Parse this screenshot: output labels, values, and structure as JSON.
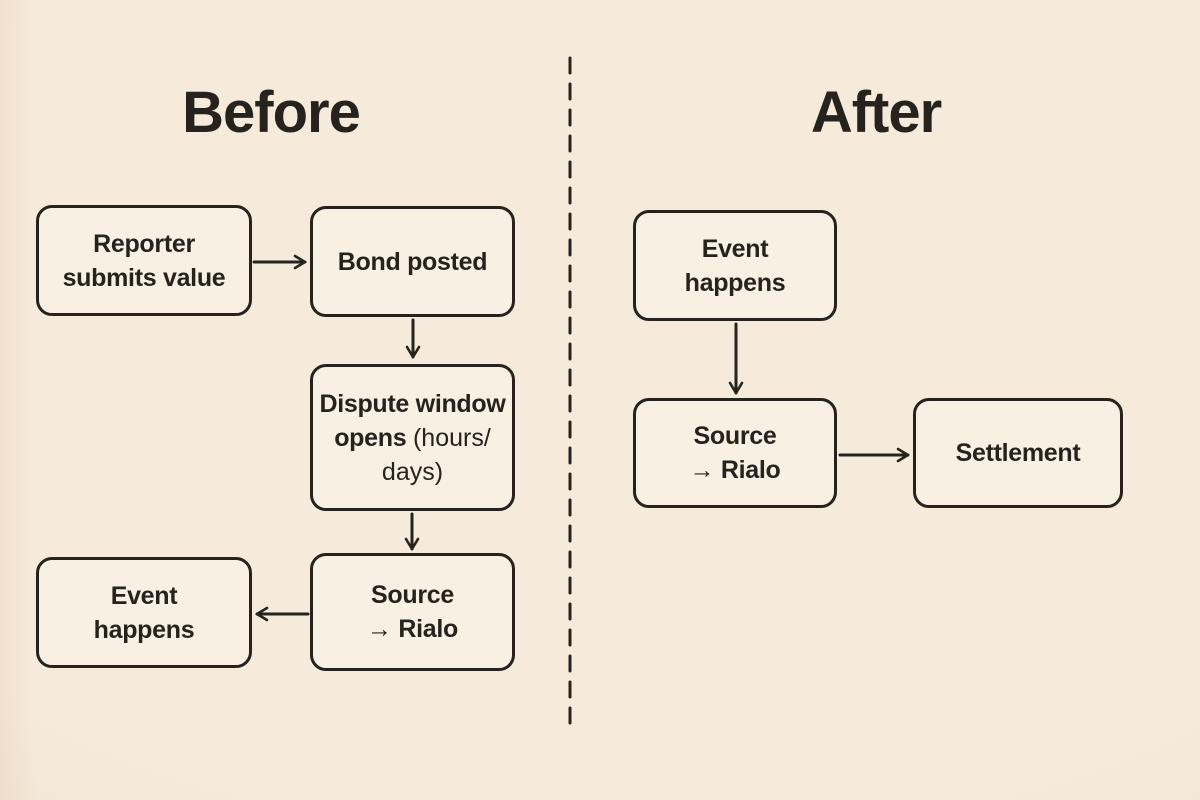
{
  "colors": {
    "background": "#f6ebdb",
    "node_fill": "#f8f0e2",
    "line": "#26231f",
    "text": "#26231f"
  },
  "before": {
    "title": "Before",
    "nodes": {
      "reporter": {
        "line1": "Reporter",
        "line2": "submits value"
      },
      "bond": {
        "line1": "Bond posted"
      },
      "dispute": {
        "line1": "Dispute window",
        "line2_emphasis": "opens ",
        "line2_note": "(hours/",
        "line3_note": "days)"
      },
      "source": {
        "line1": "Source",
        "line2": "→ Rialo"
      },
      "event": {
        "line1": "Event",
        "line2": "happens"
      }
    }
  },
  "after": {
    "title": "After",
    "nodes": {
      "event": {
        "line1": "Event",
        "line2": "happens"
      },
      "source": {
        "line1": "Source",
        "line2": "→ Rialo"
      },
      "settlement": {
        "line1": "Settlement"
      }
    }
  },
  "edges": [
    {
      "panel": "before",
      "from": "reporter",
      "to": "bond",
      "direction": "right"
    },
    {
      "panel": "before",
      "from": "bond",
      "to": "dispute",
      "direction": "down"
    },
    {
      "panel": "before",
      "from": "dispute",
      "to": "source",
      "direction": "down"
    },
    {
      "panel": "before",
      "from": "source",
      "to": "event",
      "direction": "left"
    },
    {
      "panel": "after",
      "from": "event",
      "to": "source",
      "direction": "down"
    },
    {
      "panel": "after",
      "from": "source",
      "to": "settlement",
      "direction": "right"
    }
  ]
}
